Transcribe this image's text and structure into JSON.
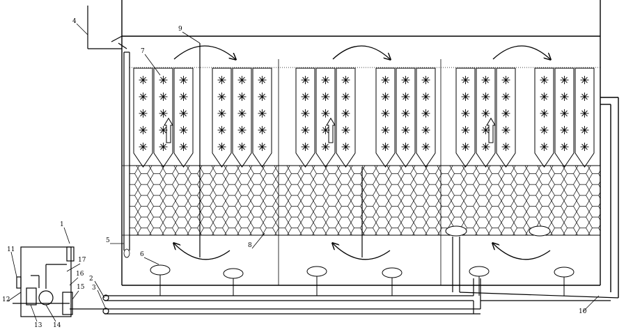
{
  "labels": {
    "l1": "1",
    "l2": "2",
    "l3": "3",
    "l4": "4",
    "l5": "5",
    "l6": "6",
    "l7": "7",
    "l8": "8",
    "l9": "9",
    "l10": "10",
    "l11": "11",
    "l12": "12",
    "l13": "13",
    "l14": "14",
    "l15": "15",
    "l16": "16",
    "l17": "17"
  },
  "colors": {
    "line": "#000000",
    "background": "#ffffff"
  },
  "compartments": 3,
  "modules_per_compartment": 2,
  "plates_per_module": 3,
  "diffusers": 6
}
